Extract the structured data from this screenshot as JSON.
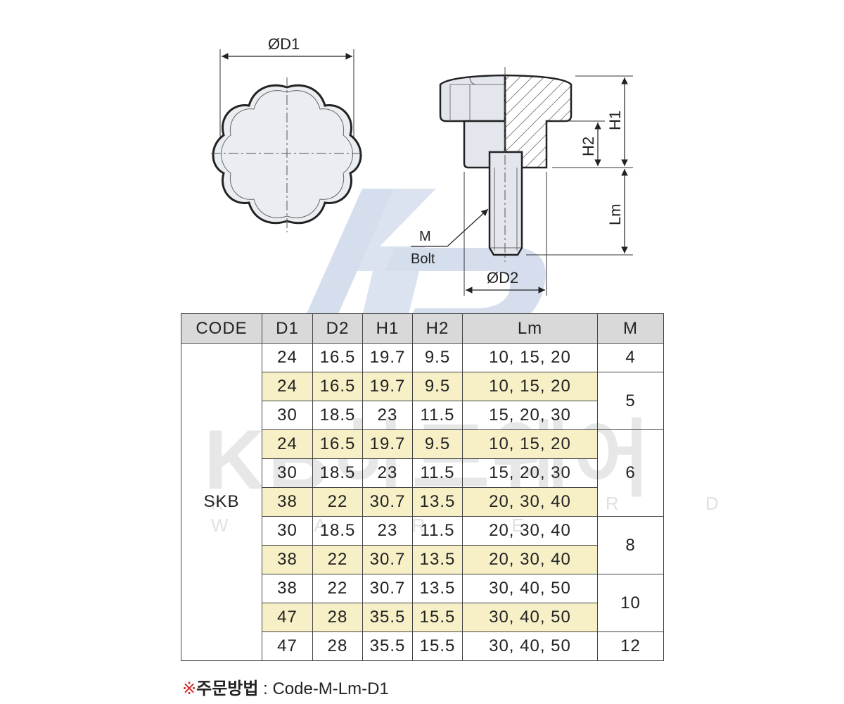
{
  "diagram": {
    "top_view": {
      "dim_d1": "ØD1"
    },
    "side_view": {
      "dim_h1": "H1",
      "dim_h2": "H2",
      "dim_lm": "Lm",
      "dim_d2": "ØD2",
      "label_m": "M",
      "label_bolt": "Bolt"
    }
  },
  "watermark": {
    "logo_text": "KB하드웨어",
    "sub_text": "K B H A R D W A R E"
  },
  "table": {
    "headers": [
      "CODE",
      "D1",
      "D2",
      "H1",
      "H2",
      "Lm",
      "M"
    ],
    "code": "SKB",
    "rows": [
      {
        "d1": "24",
        "d2": "16.5",
        "h1": "19.7",
        "h2": "9.5",
        "lm": "10, 15, 20",
        "highlight": false
      },
      {
        "d1": "24",
        "d2": "16.5",
        "h1": "19.7",
        "h2": "9.5",
        "lm": "10, 15, 20",
        "highlight": true
      },
      {
        "d1": "30",
        "d2": "18.5",
        "h1": "23",
        "h2": "11.5",
        "lm": "15, 20, 30",
        "highlight": false
      },
      {
        "d1": "24",
        "d2": "16.5",
        "h1": "19.7",
        "h2": "9.5",
        "lm": "10, 15, 20",
        "highlight": true
      },
      {
        "d1": "30",
        "d2": "18.5",
        "h1": "23",
        "h2": "11.5",
        "lm": "15, 20, 30",
        "highlight": false
      },
      {
        "d1": "38",
        "d2": "22",
        "h1": "30.7",
        "h2": "13.5",
        "lm": "20, 30, 40",
        "highlight": true
      },
      {
        "d1": "30",
        "d2": "18.5",
        "h1": "23",
        "h2": "11.5",
        "lm": "20, 30, 40",
        "highlight": false
      },
      {
        "d1": "38",
        "d2": "22",
        "h1": "30.7",
        "h2": "13.5",
        "lm": "20, 30, 40",
        "highlight": true
      },
      {
        "d1": "38",
        "d2": "22",
        "h1": "30.7",
        "h2": "13.5",
        "lm": "30, 40, 50",
        "highlight": false
      },
      {
        "d1": "47",
        "d2": "28",
        "h1": "35.5",
        "h2": "15.5",
        "lm": "30, 40, 50",
        "highlight": true
      },
      {
        "d1": "47",
        "d2": "28",
        "h1": "35.5",
        "h2": "15.5",
        "lm": "30, 40, 50",
        "highlight": false
      }
    ],
    "m_groups": [
      {
        "value": "4",
        "rowspan": 1
      },
      {
        "value": "5",
        "rowspan": 2
      },
      {
        "value": "6",
        "rowspan": 3
      },
      {
        "value": "8",
        "rowspan": 2
      },
      {
        "value": "10",
        "rowspan": 2
      },
      {
        "value": "12",
        "rowspan": 1
      }
    ]
  },
  "order_note": {
    "mark": "※",
    "label": "주문방법",
    "value": " : Code-M-Lm-D1"
  },
  "colors": {
    "highlight_row": "#f7f0c6",
    "header_bg": "#d9d9d9",
    "part_fill": "#eaedf1",
    "watermark_blue": "#c5d0e6",
    "note_mark": "#d4282c"
  }
}
